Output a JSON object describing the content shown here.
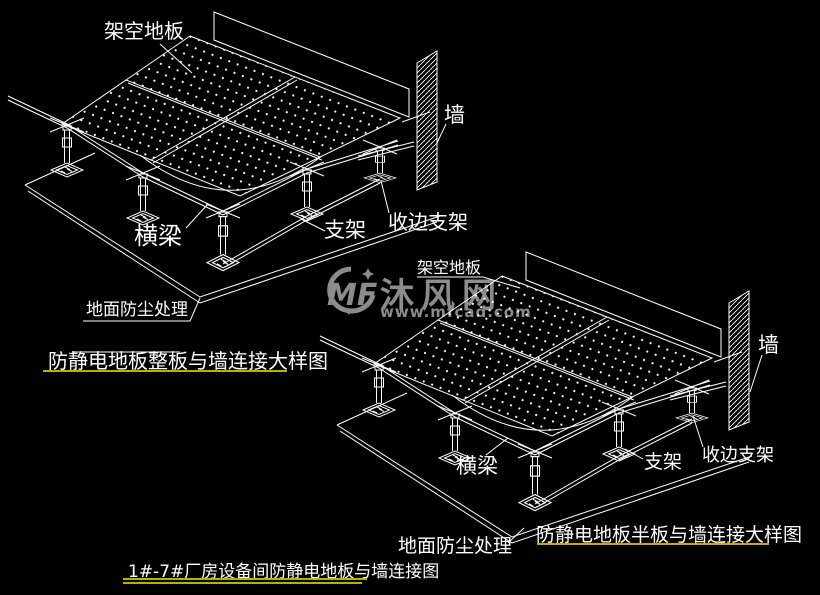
{
  "colors": {
    "background": "#000000",
    "line": "#ffffff",
    "text": "#ffffff",
    "title_underline": "#b4b400",
    "watermark": "#8c8c8c"
  },
  "watermark": {
    "logo_text": "MF",
    "site_name": "沐风网",
    "site_url": "www.mfcad.com"
  },
  "diagram_full": {
    "title": "防静电地板整板与墙连接大样图",
    "labels": {
      "raised_floor": "架空地板",
      "wall": "墙",
      "cross_beam": "横梁",
      "support_bracket": "支架",
      "edge_bracket": "收边支架",
      "ground_dust_treatment": "地面防尘处理"
    }
  },
  "diagram_half": {
    "title": "防静电地板半板与墙连接大样图",
    "labels": {
      "raised_floor": "架空地板",
      "wall": "墙",
      "cross_beam": "横梁",
      "support_bracket": "支架",
      "edge_bracket": "收边支架",
      "ground_dust_treatment": "地面防尘处理"
    }
  },
  "caption": "1#-7#厂房设备间防静电地板与墙连接图"
}
